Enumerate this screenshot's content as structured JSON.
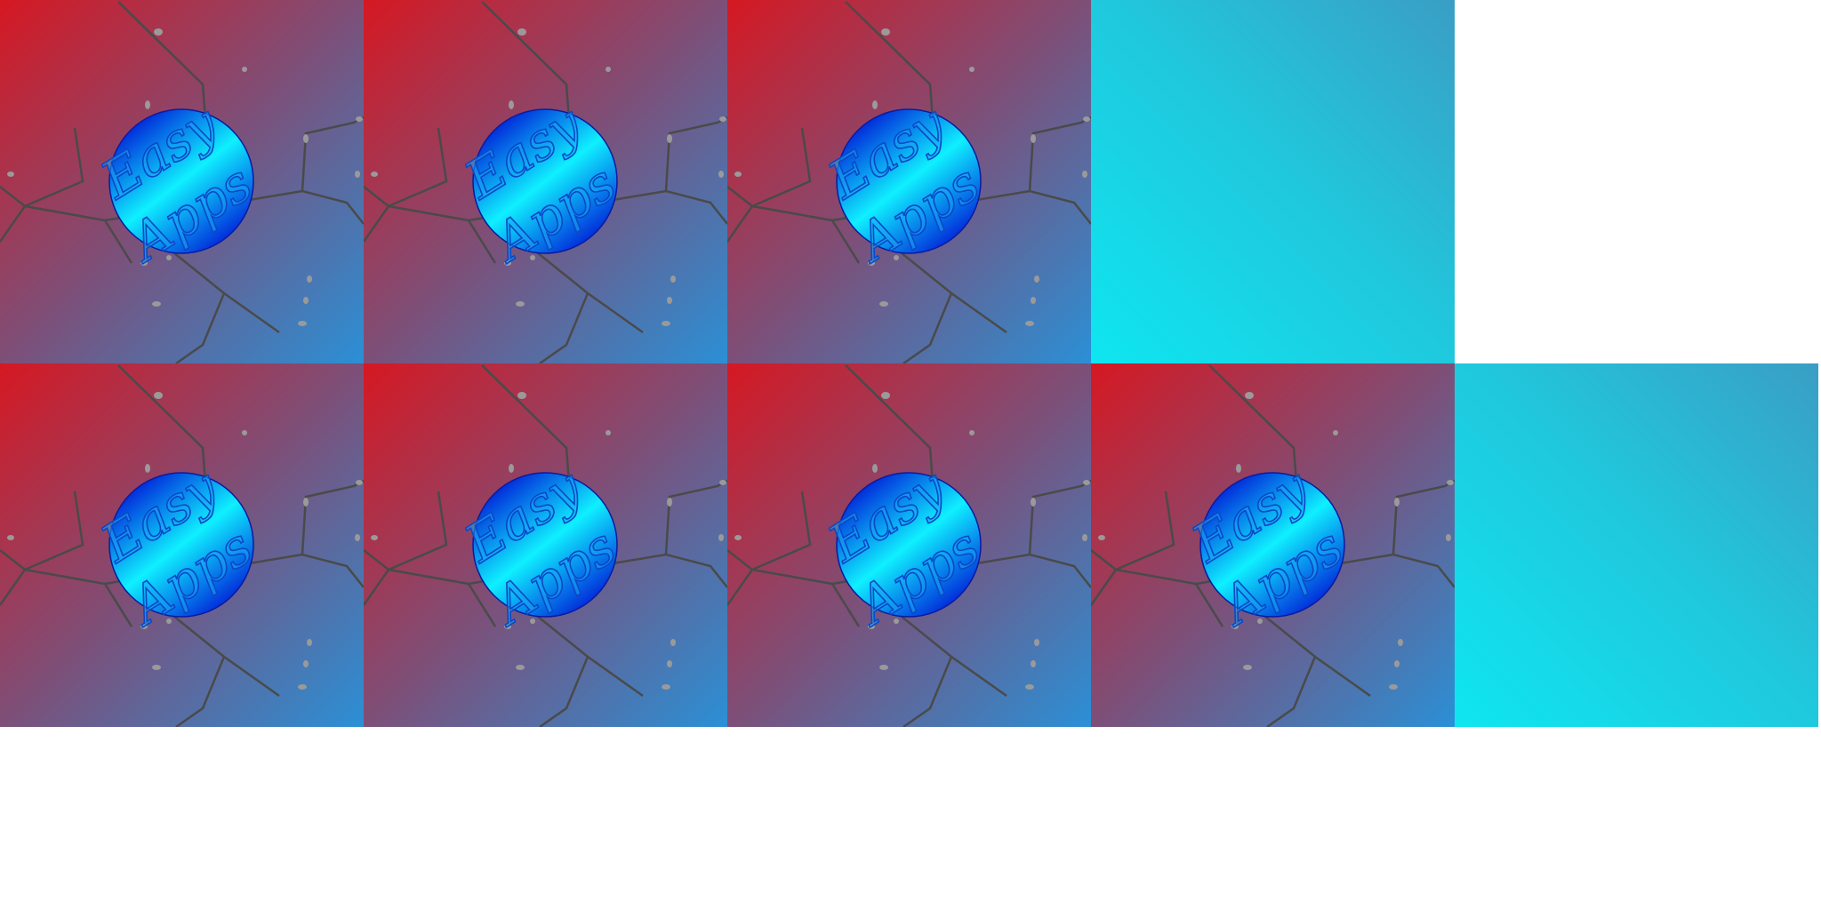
{
  "logo": {
    "line1": "Easy",
    "line2": "Apps"
  },
  "colors": {
    "bg_start": "#d61822",
    "bg_end": "#2a90d6",
    "plain_start": "#0ee6f0",
    "plain_end": "#3a9ec4",
    "badge_dark": "#0014d6",
    "badge_light": "#0ff0ff",
    "crack": "#4a4a4a",
    "speck": "#9a9a9a"
  },
  "grid": {
    "rows": [
      {
        "tiles": [
          "logo",
          "logo",
          "logo",
          "plain"
        ]
      },
      {
        "tiles": [
          "logo",
          "logo",
          "logo",
          "logo",
          "plain"
        ]
      }
    ]
  }
}
